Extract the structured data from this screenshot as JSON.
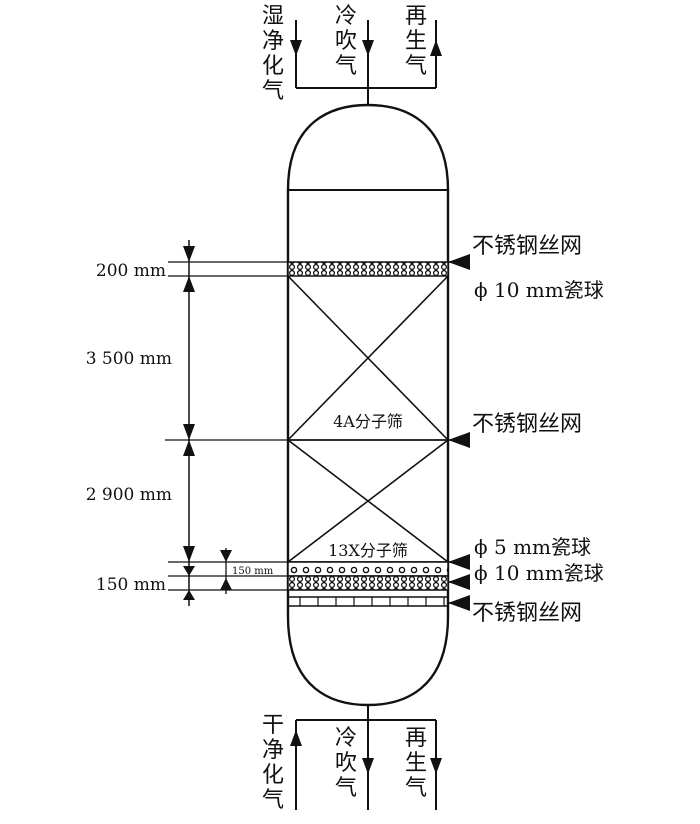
{
  "colors": {
    "ink": "#111111",
    "background": "#ffffff"
  },
  "top_pipes": [
    {
      "chars": [
        "湿",
        "净",
        "化",
        "气"
      ],
      "flow": "down"
    },
    {
      "chars": [
        "冷",
        "吹",
        "气"
      ],
      "flow": "down"
    },
    {
      "chars": [
        "再",
        "生",
        "气"
      ],
      "flow": "up"
    }
  ],
  "bottom_pipes": [
    {
      "chars": [
        "干",
        "净",
        "化",
        "气"
      ],
      "flow": "up"
    },
    {
      "chars": [
        "冷",
        "吹",
        "气"
      ],
      "flow": "down"
    },
    {
      "chars": [
        "再",
        "生",
        "气"
      ],
      "flow": "down"
    }
  ],
  "dimensions": {
    "d200": "200 mm",
    "d3500": "3 500 mm",
    "d2900": "2 900 mm",
    "d150": "150 mm",
    "d150_small": "150 mm"
  },
  "bed_labels": {
    "bed_4a": "4A分子筛",
    "bed_13x": "13X分子筛"
  },
  "callouts": {
    "mesh_top": "不锈钢丝网",
    "balls_top": "ϕ 10 mm瓷球",
    "mesh_middle": "不锈钢丝网",
    "balls_5mm": "ϕ 5 mm瓷球",
    "balls_10mm": "ϕ 10 mm瓷球",
    "mesh_bottom": "不锈钢丝网"
  }
}
